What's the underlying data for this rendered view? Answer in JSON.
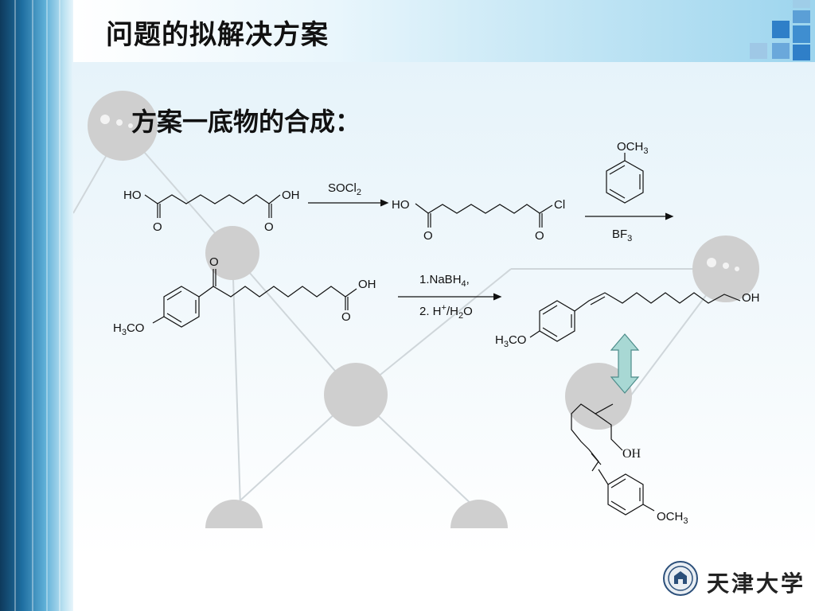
{
  "slide": {
    "title": "问题的拟解决方案",
    "subheading": "方案一底物的合成："
  },
  "scheme": {
    "reagent_1": "SOCl2",
    "reagent_2": "BF3",
    "reagent_3_line1": "1.NaBH4,",
    "reagent_3_line2": "2. H+/H2O",
    "label_HO": "HO",
    "label_OH": "OH",
    "label_O": "O",
    "label_Cl": "Cl",
    "label_OCH3": "OCH3",
    "label_H3CO": "H3CO"
  },
  "footer": {
    "university_name": "天津大学"
  },
  "colors": {
    "accent_blue": "#1e6ea0",
    "square_blue": "#2f7fc8",
    "arrow_teal": "#a8d8d4"
  }
}
